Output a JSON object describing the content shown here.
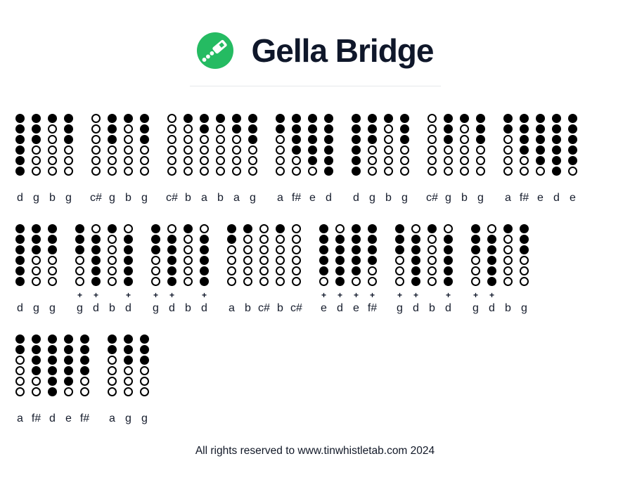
{
  "header": {
    "title": "Gella Bridge",
    "logo_icon": "tin-whistle-icon"
  },
  "colors": {
    "brand_green": "#25bb62",
    "ink": "#0f172a",
    "hole_black": "#000000",
    "divider_gray": "#e5e7eb"
  },
  "tab": {
    "octave_marker": "+",
    "rows": [
      {
        "groups": [
          {
            "notes": [
              {
                "label": "d",
                "plus": false,
                "holes": [
                  1,
                  1,
                  1,
                  1,
                  1,
                  1
                ]
              },
              {
                "label": "g",
                "plus": false,
                "holes": [
                  1,
                  1,
                  1,
                  0,
                  0,
                  0
                ]
              },
              {
                "label": "b",
                "plus": false,
                "holes": [
                  1,
                  0,
                  0,
                  0,
                  0,
                  0
                ]
              },
              {
                "label": "g",
                "plus": false,
                "holes": [
                  1,
                  1,
                  1,
                  0,
                  0,
                  0
                ]
              }
            ]
          },
          {
            "notes": [
              {
                "label": "c#",
                "plus": false,
                "holes": [
                  0,
                  0,
                  0,
                  0,
                  0,
                  0
                ]
              },
              {
                "label": "g",
                "plus": false,
                "holes": [
                  1,
                  1,
                  1,
                  0,
                  0,
                  0
                ]
              },
              {
                "label": "b",
                "plus": false,
                "holes": [
                  1,
                  0,
                  0,
                  0,
                  0,
                  0
                ]
              },
              {
                "label": "g",
                "plus": false,
                "holes": [
                  1,
                  1,
                  1,
                  0,
                  0,
                  0
                ]
              }
            ]
          },
          {
            "notes": [
              {
                "label": "c#",
                "plus": false,
                "holes": [
                  0,
                  0,
                  0,
                  0,
                  0,
                  0
                ]
              },
              {
                "label": "b",
                "plus": false,
                "holes": [
                  1,
                  0,
                  0,
                  0,
                  0,
                  0
                ]
              },
              {
                "label": "a",
                "plus": false,
                "holes": [
                  1,
                  1,
                  0,
                  0,
                  0,
                  0
                ]
              },
              {
                "label": "b",
                "plus": false,
                "holes": [
                  1,
                  0,
                  0,
                  0,
                  0,
                  0
                ]
              },
              {
                "label": "a",
                "plus": false,
                "holes": [
                  1,
                  1,
                  0,
                  0,
                  0,
                  0
                ]
              },
              {
                "label": "g",
                "plus": false,
                "holes": [
                  1,
                  1,
                  1,
                  0,
                  0,
                  0
                ]
              }
            ]
          },
          {
            "notes": [
              {
                "label": "a",
                "plus": false,
                "holes": [
                  1,
                  1,
                  0,
                  0,
                  0,
                  0
                ]
              },
              {
                "label": "f#",
                "plus": false,
                "holes": [
                  1,
                  1,
                  1,
                  1,
                  0,
                  0
                ]
              },
              {
                "label": "e",
                "plus": false,
                "holes": [
                  1,
                  1,
                  1,
                  1,
                  1,
                  0
                ]
              },
              {
                "label": "d",
                "plus": false,
                "holes": [
                  1,
                  1,
                  1,
                  1,
                  1,
                  1
                ]
              }
            ]
          },
          {
            "notes": [
              {
                "label": "d",
                "plus": false,
                "holes": [
                  1,
                  1,
                  1,
                  1,
                  1,
                  1
                ]
              },
              {
                "label": "g",
                "plus": false,
                "holes": [
                  1,
                  1,
                  1,
                  0,
                  0,
                  0
                ]
              },
              {
                "label": "b",
                "plus": false,
                "holes": [
                  1,
                  0,
                  0,
                  0,
                  0,
                  0
                ]
              },
              {
                "label": "g",
                "plus": false,
                "holes": [
                  1,
                  1,
                  1,
                  0,
                  0,
                  0
                ]
              }
            ]
          },
          {
            "notes": [
              {
                "label": "c#",
                "plus": false,
                "holes": [
                  0,
                  0,
                  0,
                  0,
                  0,
                  0
                ]
              },
              {
                "label": "g",
                "plus": false,
                "holes": [
                  1,
                  1,
                  1,
                  0,
                  0,
                  0
                ]
              },
              {
                "label": "b",
                "plus": false,
                "holes": [
                  1,
                  0,
                  0,
                  0,
                  0,
                  0
                ]
              },
              {
                "label": "g",
                "plus": false,
                "holes": [
                  1,
                  1,
                  1,
                  0,
                  0,
                  0
                ]
              }
            ]
          },
          {
            "notes": [
              {
                "label": "a",
                "plus": false,
                "holes": [
                  1,
                  1,
                  0,
                  0,
                  0,
                  0
                ]
              },
              {
                "label": "f#",
                "plus": false,
                "holes": [
                  1,
                  1,
                  1,
                  1,
                  0,
                  0
                ]
              },
              {
                "label": "e",
                "plus": false,
                "holes": [
                  1,
                  1,
                  1,
                  1,
                  1,
                  0
                ]
              },
              {
                "label": "d",
                "plus": false,
                "holes": [
                  1,
                  1,
                  1,
                  1,
                  1,
                  1
                ]
              },
              {
                "label": "e",
                "plus": false,
                "holes": [
                  1,
                  1,
                  1,
                  1,
                  1,
                  0
                ]
              }
            ]
          }
        ]
      },
      {
        "groups": [
          {
            "notes": [
              {
                "label": "d",
                "plus": false,
                "holes": [
                  1,
                  1,
                  1,
                  1,
                  1,
                  1
                ]
              },
              {
                "label": "g",
                "plus": false,
                "holes": [
                  1,
                  1,
                  1,
                  0,
                  0,
                  0
                ]
              },
              {
                "label": "g",
                "plus": false,
                "holes": [
                  1,
                  1,
                  1,
                  0,
                  0,
                  0
                ]
              }
            ]
          },
          {
            "notes": [
              {
                "label": "g",
                "plus": true,
                "holes": [
                  1,
                  1,
                  1,
                  0,
                  0,
                  0
                ]
              },
              {
                "label": "d",
                "plus": true,
                "holes": [
                  0,
                  1,
                  1,
                  1,
                  1,
                  1
                ]
              },
              {
                "label": "b",
                "plus": false,
                "holes": [
                  1,
                  0,
                  0,
                  0,
                  0,
                  0
                ]
              },
              {
                "label": "d",
                "plus": true,
                "holes": [
                  0,
                  1,
                  1,
                  1,
                  1,
                  1
                ]
              }
            ]
          },
          {
            "notes": [
              {
                "label": "g",
                "plus": true,
                "holes": [
                  1,
                  1,
                  1,
                  0,
                  0,
                  0
                ]
              },
              {
                "label": "d",
                "plus": true,
                "holes": [
                  0,
                  1,
                  1,
                  1,
                  1,
                  1
                ]
              },
              {
                "label": "b",
                "plus": false,
                "holes": [
                  1,
                  0,
                  0,
                  0,
                  0,
                  0
                ]
              },
              {
                "label": "d",
                "plus": true,
                "holes": [
                  0,
                  1,
                  1,
                  1,
                  1,
                  1
                ]
              }
            ]
          },
          {
            "notes": [
              {
                "label": "a",
                "plus": false,
                "holes": [
                  1,
                  1,
                  0,
                  0,
                  0,
                  0
                ]
              },
              {
                "label": "b",
                "plus": false,
                "holes": [
                  1,
                  0,
                  0,
                  0,
                  0,
                  0
                ]
              },
              {
                "label": "c#",
                "plus": false,
                "holes": [
                  0,
                  0,
                  0,
                  0,
                  0,
                  0
                ]
              },
              {
                "label": "b",
                "plus": false,
                "holes": [
                  1,
                  0,
                  0,
                  0,
                  0,
                  0
                ]
              },
              {
                "label": "c#",
                "plus": false,
                "holes": [
                  0,
                  0,
                  0,
                  0,
                  0,
                  0
                ]
              }
            ]
          },
          {
            "notes": [
              {
                "label": "e",
                "plus": true,
                "holes": [
                  1,
                  1,
                  1,
                  1,
                  1,
                  0
                ]
              },
              {
                "label": "d",
                "plus": true,
                "holes": [
                  0,
                  1,
                  1,
                  1,
                  1,
                  1
                ]
              },
              {
                "label": "e",
                "plus": true,
                "holes": [
                  1,
                  1,
                  1,
                  1,
                  1,
                  0
                ]
              },
              {
                "label": "f#",
                "plus": true,
                "holes": [
                  1,
                  1,
                  1,
                  1,
                  0,
                  0
                ]
              }
            ]
          },
          {
            "notes": [
              {
                "label": "g",
                "plus": true,
                "holes": [
                  1,
                  1,
                  1,
                  0,
                  0,
                  0
                ]
              },
              {
                "label": "d",
                "plus": true,
                "holes": [
                  0,
                  1,
                  1,
                  1,
                  1,
                  1
                ]
              },
              {
                "label": "b",
                "plus": false,
                "holes": [
                  1,
                  0,
                  0,
                  0,
                  0,
                  0
                ]
              },
              {
                "label": "d",
                "plus": true,
                "holes": [
                  0,
                  1,
                  1,
                  1,
                  1,
                  1
                ]
              }
            ]
          },
          {
            "notes": [
              {
                "label": "g",
                "plus": true,
                "holes": [
                  1,
                  1,
                  1,
                  0,
                  0,
                  0
                ]
              },
              {
                "label": "d",
                "plus": true,
                "holes": [
                  0,
                  1,
                  1,
                  1,
                  1,
                  1
                ]
              },
              {
                "label": "b",
                "plus": false,
                "holes": [
                  1,
                  0,
                  0,
                  0,
                  0,
                  0
                ]
              },
              {
                "label": "g",
                "plus": false,
                "holes": [
                  1,
                  1,
                  1,
                  0,
                  0,
                  0
                ]
              }
            ]
          }
        ]
      },
      {
        "groups": [
          {
            "notes": [
              {
                "label": "a",
                "plus": false,
                "holes": [
                  1,
                  1,
                  0,
                  0,
                  0,
                  0
                ]
              },
              {
                "label": "f#",
                "plus": false,
                "holes": [
                  1,
                  1,
                  1,
                  1,
                  0,
                  0
                ]
              },
              {
                "label": "d",
                "plus": false,
                "holes": [
                  1,
                  1,
                  1,
                  1,
                  1,
                  1
                ]
              },
              {
                "label": "e",
                "plus": false,
                "holes": [
                  1,
                  1,
                  1,
                  1,
                  1,
                  0
                ]
              },
              {
                "label": "f#",
                "plus": false,
                "holes": [
                  1,
                  1,
                  1,
                  1,
                  0,
                  0
                ]
              }
            ]
          },
          {
            "notes": [
              {
                "label": "a",
                "plus": false,
                "holes": [
                  1,
                  1,
                  0,
                  0,
                  0,
                  0
                ]
              },
              {
                "label": "g",
                "plus": false,
                "holes": [
                  1,
                  1,
                  1,
                  0,
                  0,
                  0
                ]
              },
              {
                "label": "g",
                "plus": false,
                "holes": [
                  1,
                  1,
                  1,
                  0,
                  0,
                  0
                ]
              }
            ]
          }
        ]
      }
    ]
  },
  "footer": {
    "text": "All rights reserved to www.tinwhistletab.com 2024"
  }
}
